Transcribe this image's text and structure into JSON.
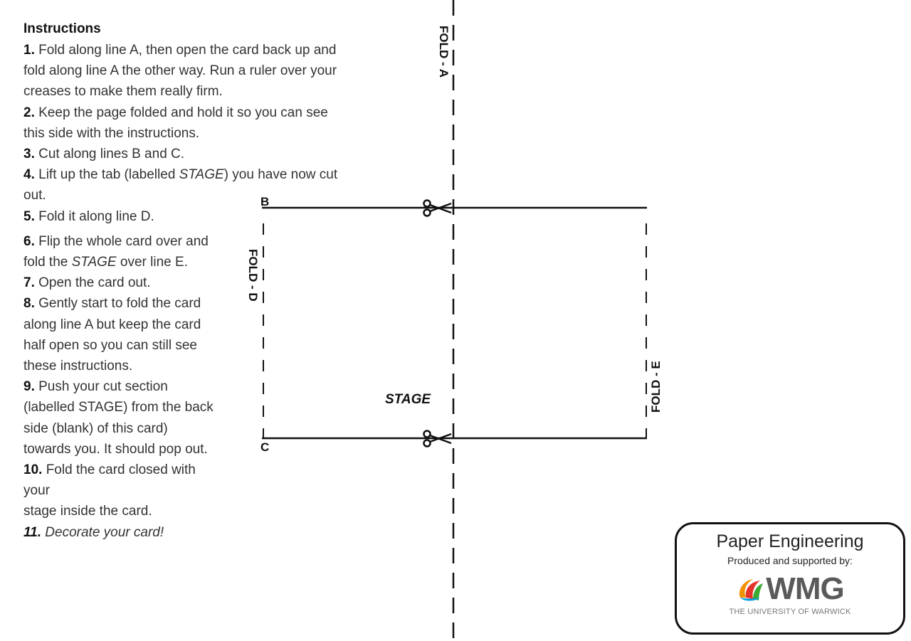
{
  "instructions": {
    "heading": "Instructions",
    "lines": [
      {
        "num": "1.",
        "text": " Fold along line A, then open the card back up and"
      },
      {
        "num": "",
        "text": "fold along line A the other way. Run a ruler over your"
      },
      {
        "num": "",
        "text": "creases to make them really firm."
      },
      {
        "num": "2.",
        "text": " Keep the page folded and hold it so you can see"
      },
      {
        "num": "",
        "text": "this side with the instructions."
      },
      {
        "num": "3.",
        "text": " Cut along lines B and C."
      },
      {
        "num": "4.",
        "text": " Lift up the tab (labelled ",
        "italic": "STAGE",
        "after": ") you have now cut"
      },
      {
        "num": "",
        "text": "out."
      },
      {
        "num": "5.",
        "text": " Fold it along line D."
      },
      {
        "gap": true
      },
      {
        "num": "6.",
        "text": " Flip the whole card over and"
      },
      {
        "num": "",
        "text": "fold the ",
        "italic": "STAGE",
        "after": " over line E."
      },
      {
        "num": "7.",
        "text": " Open the card out."
      },
      {
        "num": "8.",
        "text": " Gently start to fold the card"
      },
      {
        "num": "",
        "text": "along line A but keep the card"
      },
      {
        "num": "",
        "text": "half open so you can still see"
      },
      {
        "num": "",
        "text": "these instructions."
      },
      {
        "num": "9.",
        "text": " Push your cut section"
      },
      {
        "num": "",
        "text": "(labelled STAGE) from the back"
      },
      {
        "num": "",
        "text": "side (blank) of this card)"
      },
      {
        "num": "",
        "text": "towards you. It should pop out."
      },
      {
        "num": "10.",
        "text": " Fold the card closed with"
      },
      {
        "num": "",
        "text": "your"
      },
      {
        "num": "",
        "text": "stage inside the card."
      },
      {
        "num": "11.",
        "text": " Decorate your card!",
        "all_italic": true
      }
    ]
  },
  "diagram": {
    "fold_a_label": "FOLD - A",
    "fold_d_label": "FOLD - D",
    "fold_e_label": "FOLD - E",
    "line_b_label": "B",
    "line_c_label": "C",
    "stage_label": "STAGE",
    "scissors_icon": "scissors-icon"
  },
  "badge": {
    "title": "Paper Engineering",
    "subtitle": "Produced and supported by:",
    "logo_text": "WMG",
    "university": "THE UNIVERSITY OF WARWICK",
    "logo_colors": [
      "#f39200",
      "#e6332a",
      "#3aaa35",
      "#009fe3"
    ]
  }
}
